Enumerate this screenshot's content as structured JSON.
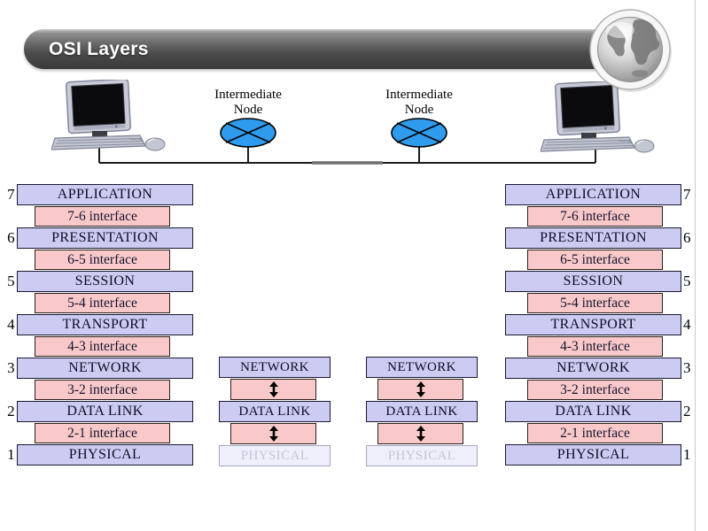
{
  "header": {
    "title": "OSI Layers"
  },
  "network": {
    "node1": {
      "line1": "Intermediate",
      "line2": "Node"
    },
    "node2": {
      "line1": "Intermediate",
      "line2": "Node"
    }
  },
  "left_stack": {
    "layers": [
      {
        "num": "7",
        "label": "APPLICATION"
      },
      {
        "num": "6",
        "label": "PRESENTATION"
      },
      {
        "num": "5",
        "label": "SESSION"
      },
      {
        "num": "4",
        "label": "TRANSPORT"
      },
      {
        "num": "3",
        "label": "NETWORK"
      },
      {
        "num": "2",
        "label": "DATA LINK"
      },
      {
        "num": "1",
        "label": "PHYSICAL"
      }
    ],
    "interfaces": [
      "7-6 interface",
      "6-5 interface",
      "5-4 interface",
      "4-3 interface",
      "3-2 interface",
      "2-1 interface"
    ]
  },
  "right_stack": {
    "layers": [
      {
        "num": "7",
        "label": "APPLICATION"
      },
      {
        "num": "6",
        "label": "PRESENTATION"
      },
      {
        "num": "5",
        "label": "SESSION"
      },
      {
        "num": "4",
        "label": "TRANSPORT"
      },
      {
        "num": "3",
        "label": "NETWORK"
      },
      {
        "num": "2",
        "label": "DATA LINK"
      },
      {
        "num": "1",
        "label": "PHYSICAL"
      }
    ],
    "interfaces": [
      "7-6 interface",
      "6-5 interface",
      "5-4 interface",
      "4-3 interface",
      "3-2 interface",
      "2-1 interface"
    ]
  },
  "middle_stack_1": {
    "layers": [
      "NETWORK",
      "DATA LINK",
      "PHYSICAL"
    ]
  },
  "middle_stack_2": {
    "layers": [
      "NETWORK",
      "DATA LINK",
      "PHYSICAL"
    ]
  },
  "colors": {
    "layer_fill": "#ccccf2",
    "interface_fill": "#f9c9c9",
    "faded_layer_fill": "#efeffc",
    "faded_layer_text": "#c3c3d4",
    "node_fill": "#2f9bee",
    "header_dark": "#3a3a3a",
    "box_border": "#191932"
  }
}
